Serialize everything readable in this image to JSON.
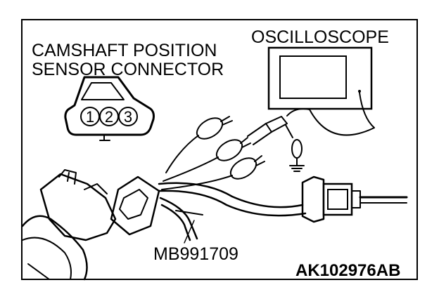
{
  "labels": {
    "sensor_connector_line1": "CAMSHAFT POSITION",
    "sensor_connector_line2": "SENSOR CONNECTOR",
    "oscilloscope": "OSCILLOSCOPE",
    "harness_tool": "MB991709",
    "figure_code": "AK102976AB"
  },
  "connector_pins": [
    "1",
    "2",
    "3"
  ],
  "colors": {
    "line": "#000000",
    "background": "#ffffff"
  }
}
